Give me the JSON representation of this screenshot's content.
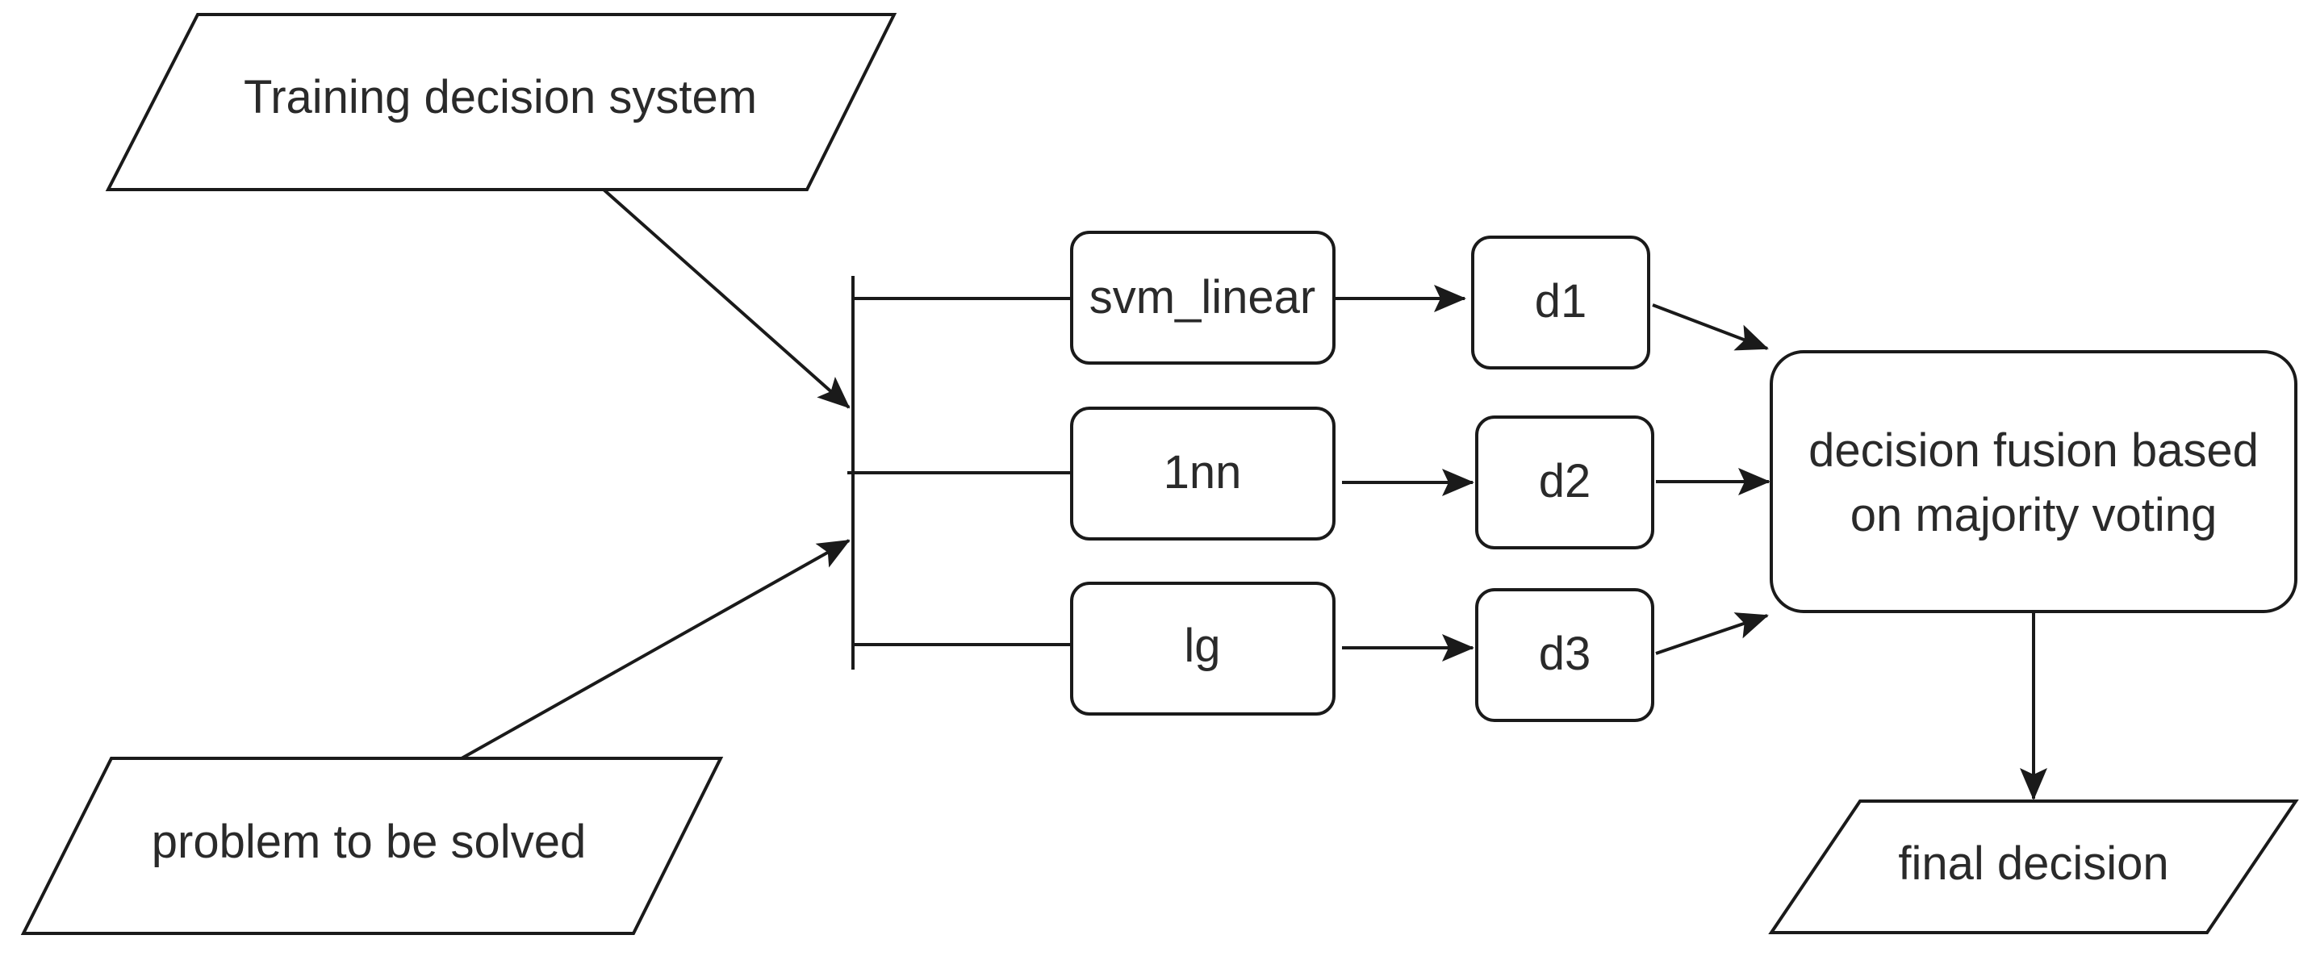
{
  "diagram": {
    "inputs": {
      "training": "Training decision system",
      "problem": "problem to be solved"
    },
    "classifiers": [
      "svm_linear",
      "1nn",
      "lg"
    ],
    "decisions": [
      "d1",
      "d2",
      "d3"
    ],
    "fusion": {
      "line1": "decision fusion based",
      "line2": "on majority voting"
    },
    "output": "final decision"
  }
}
